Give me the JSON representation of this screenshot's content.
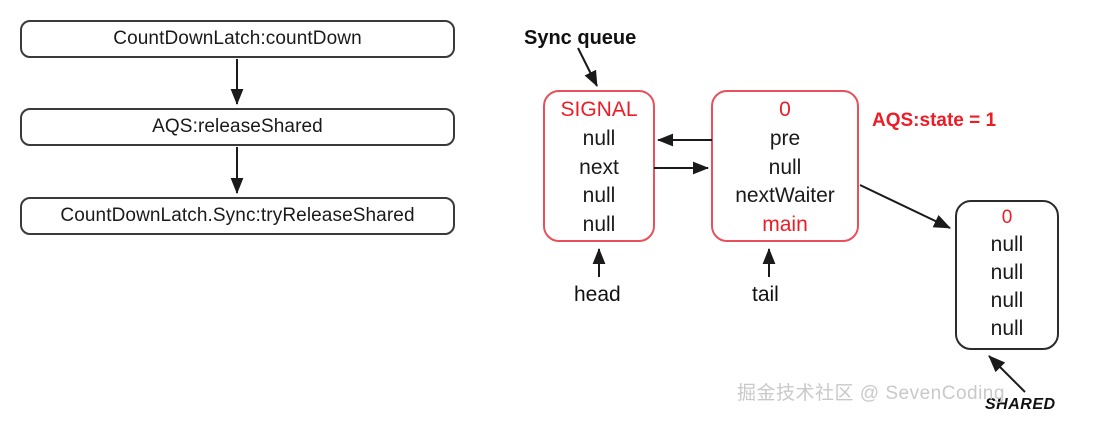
{
  "flowchart": {
    "boxes": [
      {
        "label": "CountDownLatch:countDown"
      },
      {
        "label": "AQS:releaseShared"
      },
      {
        "label": "CountDownLatch.Sync:tryReleaseShared"
      }
    ]
  },
  "sync_queue": {
    "title": "Sync queue",
    "state_label": "AQS:state = 1",
    "head_label": "head",
    "tail_label": "tail",
    "shared_label": "SHARED",
    "nodes": [
      {
        "name": "head-node",
        "rows": [
          {
            "text": "SIGNAL",
            "color": "#ee1c25"
          },
          {
            "text": "null",
            "color": "#1a1a1a"
          },
          {
            "text": "next",
            "color": "#1a1a1a"
          },
          {
            "text": "null",
            "color": "#1a1a1a"
          },
          {
            "text": "null",
            "color": "#1a1a1a"
          }
        ]
      },
      {
        "name": "tail-node",
        "rows": [
          {
            "text": "0",
            "color": "#ee1c25"
          },
          {
            "text": "pre",
            "color": "#1a1a1a"
          },
          {
            "text": "null",
            "color": "#1a1a1a"
          },
          {
            "text": "nextWaiter",
            "color": "#1a1a1a"
          },
          {
            "text": "main",
            "color": "#ee1c25"
          }
        ]
      },
      {
        "name": "shared-node",
        "rows": [
          {
            "text": "0",
            "color": "#ee1c25"
          },
          {
            "text": "null",
            "color": "#1a1a1a"
          },
          {
            "text": "null",
            "color": "#1a1a1a"
          },
          {
            "text": "null",
            "color": "#1a1a1a"
          },
          {
            "text": "null",
            "color": "#1a1a1a"
          }
        ]
      }
    ]
  },
  "watermark": {
    "text": "掘金技术社区 @ SevenCoding"
  },
  "colors": {
    "red": "#ee1c25",
    "node_border_red": "#e8505b",
    "dark": "#2b2b2b",
    "watermark": "#c9c9c9"
  }
}
